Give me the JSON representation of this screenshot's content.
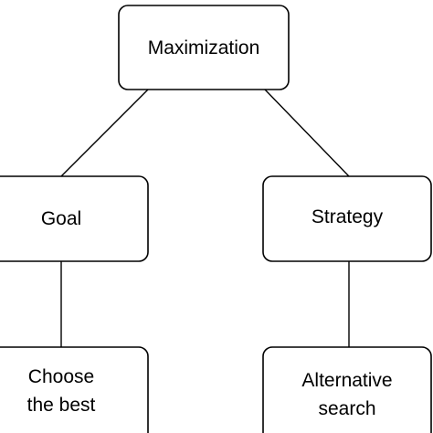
{
  "nodes": {
    "root": {
      "lines": [
        "Maximization"
      ]
    },
    "goal": {
      "lines": [
        "Goal"
      ]
    },
    "strategy": {
      "lines": [
        "Strategy"
      ]
    },
    "choose": {
      "lines": [
        "Choose",
        "the best"
      ]
    },
    "alternative": {
      "lines": [
        "Alternative",
        "search"
      ]
    }
  },
  "colors": {
    "stroke": "#000000",
    "fill": "#ffffff",
    "text": "#000000"
  }
}
